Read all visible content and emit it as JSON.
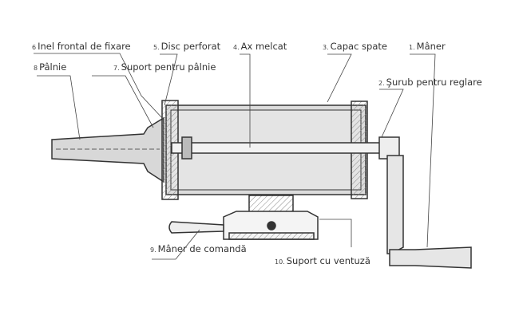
{
  "labels": {
    "l1": {
      "num": "1.",
      "text": "Mâner"
    },
    "l2": {
      "num": "2.",
      "text": "Şurub pentru reglare"
    },
    "l3": {
      "num": "3.",
      "text": "Capac spate"
    },
    "l4": {
      "num": "4.",
      "text": "Ax melcat"
    },
    "l5": {
      "num": "5.",
      "text": "Disc perforat"
    },
    "l6": {
      "num": "6",
      "text": "Inel frontal de fixare"
    },
    "l7": {
      "num": "7.",
      "text": "Suport pentru pâlnie"
    },
    "l8": {
      "num": "8",
      "text": "Pâlnie"
    },
    "l9": {
      "num": "9.",
      "text": "Mâner de comandă"
    },
    "l10": {
      "num": "10.",
      "text": "Suport cu ventuză"
    }
  },
  "colors": {
    "line": "#333333",
    "fill": "#dcdcdc",
    "hatch": "#777777"
  }
}
